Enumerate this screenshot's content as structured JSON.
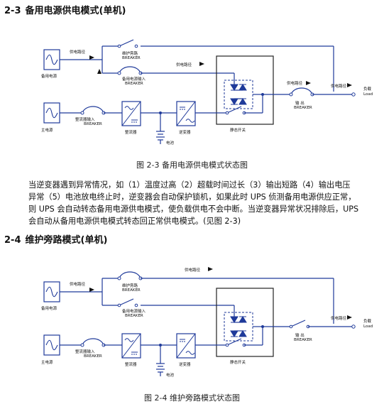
{
  "section1": {
    "number": "2-3",
    "title": "备用电源供电模式(单机)",
    "caption": "图 2-3  备用电源供电模式状态图",
    "paragraph": [
      "当逆变器遇到异常情况，如（1）温度过高（2）超载时间过长（3）输出短路（4）输出电压",
      "异常（5）电池放电终止时，逆变器会自动保护锁机，如果此时 UPS 侦测备用电源供应正常，",
      "则 UPS 会自动转态备用电源供电模式，使负载供电不会中断。当逆变器异常状况排除后，UPS",
      "会自动从备用电源供电模式转态回正常供电模式。(见图 2-3)"
    ],
    "diagram": {
      "backup_source": "备用电源",
      "main_source": "主电源",
      "supply_path": "供电路径",
      "maint_bypass": "维护旁路",
      "breaker": "BREAKER",
      "backup_input": "备用电源输入",
      "rectifier_input": "整流器输入",
      "rectifier": "整流器",
      "inverter": "逆变器",
      "static_switch": "静态开关",
      "battery": "电池",
      "output": "输 出",
      "load_cn": "负载",
      "load_en": "Load"
    }
  },
  "section2": {
    "number": "2-4",
    "title": "维护旁路模式(单机)",
    "caption": "图  2-4  维护旁路模式状态图",
    "diagram": {
      "backup_source": "备用电源",
      "main_source": "主电源",
      "supply_path": "供电路径",
      "maint_bypass": "维护旁路",
      "breaker": "BREAKER",
      "backup_input": "备用电源输入",
      "rectifier_input": "整流器输入",
      "rectifier": "整流器",
      "inverter": "逆变器",
      "static_switch": "静态开关",
      "battery": "电池",
      "output": "输 出",
      "load_cn": "负载",
      "load_en": "Load"
    }
  }
}
